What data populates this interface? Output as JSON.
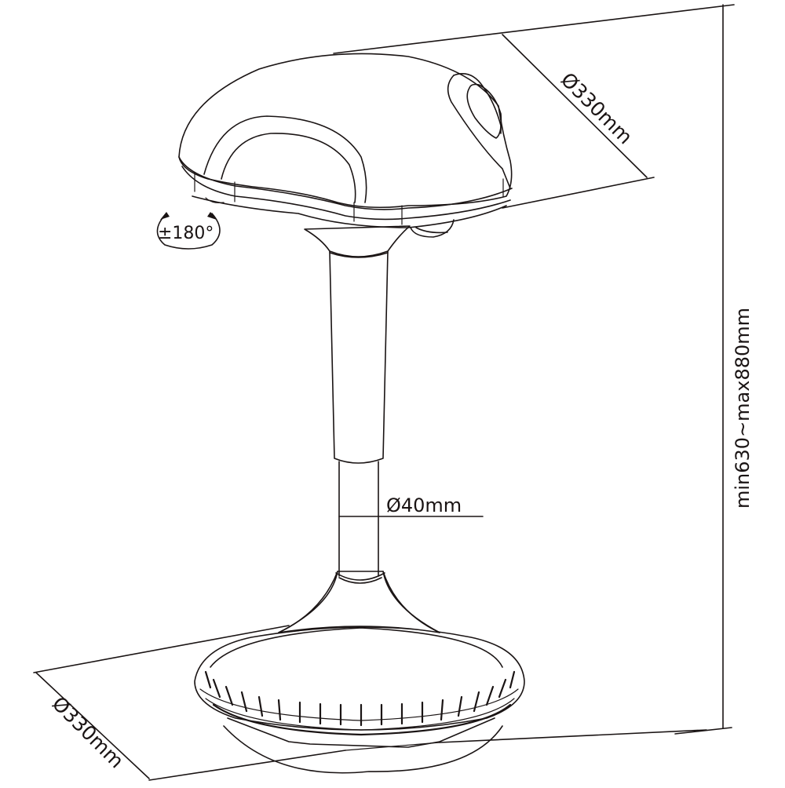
{
  "diagram": {
    "subject": "Height-adjustable wobble stool",
    "line_color": "#1a1414",
    "background": "#ffffff",
    "labels": {
      "seat_diameter": "Ø330mm",
      "base_diameter": "Ø330mm",
      "column_diameter": "Ø40mm",
      "height_range": "min630~max880mm",
      "rotation": "±180°"
    },
    "parts": [
      "seat",
      "handle-cutout",
      "seat-hub",
      "upper-column",
      "gas-lift-column",
      "base-cone",
      "ribbed-base-ring",
      "base-bottom"
    ]
  }
}
